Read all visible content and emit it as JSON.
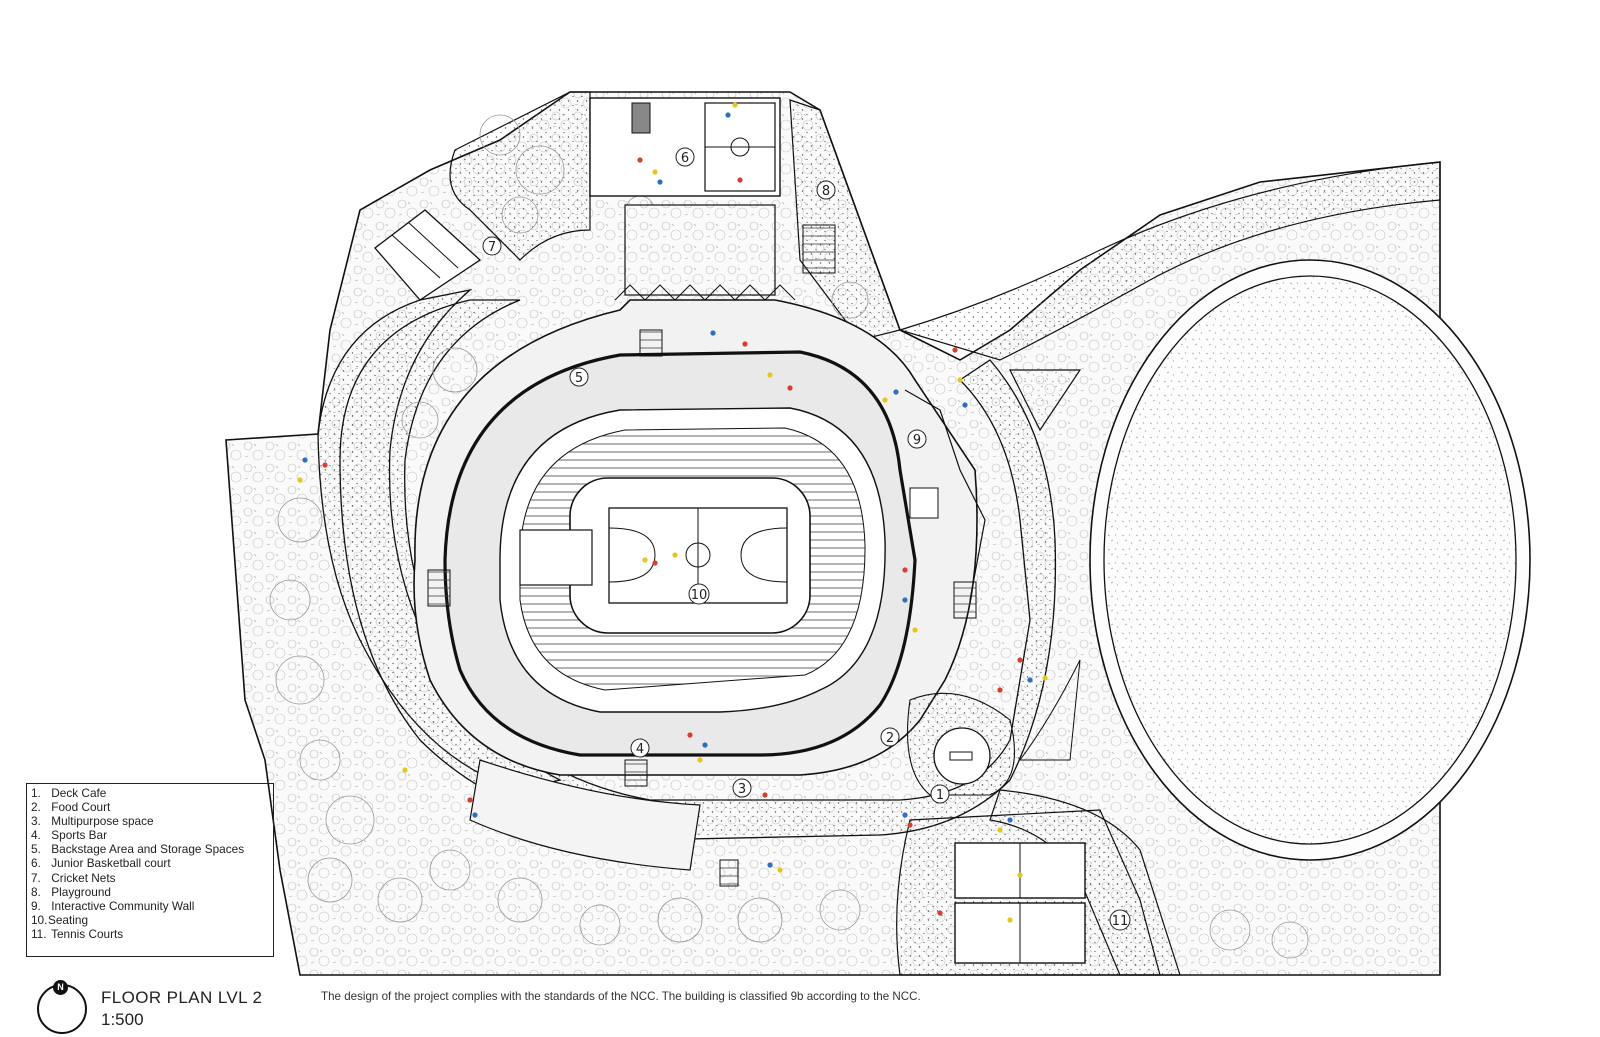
{
  "legend": {
    "items": [
      {
        "num": "1.",
        "label": "Deck Cafe"
      },
      {
        "num": "2.",
        "label": "Food Court"
      },
      {
        "num": "3.",
        "label": "Multipurpose space"
      },
      {
        "num": "4.",
        "label": "Sports Bar"
      },
      {
        "num": "5.",
        "label": "Backstage Area and Storage Spaces"
      },
      {
        "num": "6.",
        "label": "Junior Basketball court"
      },
      {
        "num": "7.",
        "label": "Cricket Nets"
      },
      {
        "num": "8.",
        "label": "Playground"
      },
      {
        "num": "9.",
        "label": "Interactive Community Wall"
      },
      {
        "num": "10.",
        "label": "Seating"
      },
      {
        "num": "11.",
        "label": "Tennis Courts"
      }
    ]
  },
  "plan_labels": [
    "1",
    "2",
    "3",
    "4",
    "5",
    "6",
    "7",
    "8",
    "9",
    "10",
    "11"
  ],
  "north_arrow": {
    "letter": "N"
  },
  "title": "FLOOR PLAN LVL 2",
  "scale": "1:500",
  "note": "The design of the project complies with the standards of the NCC. The building is classified 9b according to the NCC.",
  "colors": {
    "line": "#111111",
    "stipple": "#555555",
    "dot_red": "#d2402f",
    "dot_blue": "#2f6fc0",
    "dot_yellow": "#e6c51e"
  }
}
